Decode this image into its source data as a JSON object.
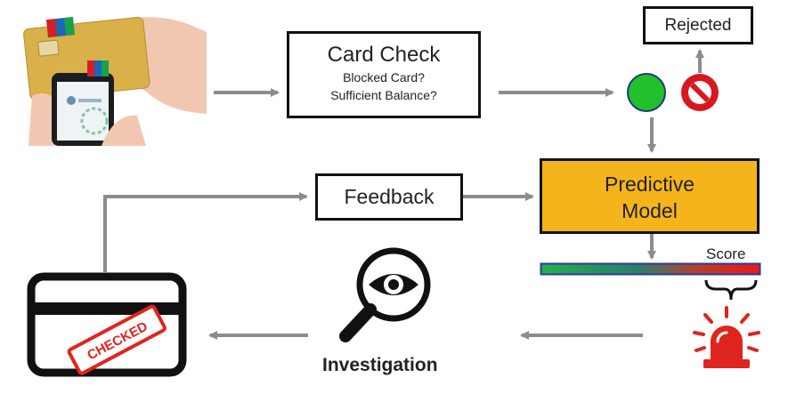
{
  "card_check": {
    "title": "Card Check",
    "line1": "Blocked Card?",
    "line2": "Sufficient Balance?"
  },
  "rejected": {
    "label": "Rejected"
  },
  "feedback": {
    "label": "Feedback"
  },
  "predictive_model": {
    "line1": "Predictive",
    "line2": "Model"
  },
  "score": {
    "label": "Score"
  },
  "investigation": {
    "label": "Investigation"
  },
  "stamp": {
    "text": "CHECKED"
  },
  "colors": {
    "model_fill": "#f6b41c",
    "approved": "#22c02b",
    "rejected": "#d7191f",
    "arrow": "#8c8c8c",
    "stamp": "#e0251e"
  },
  "icons": {
    "payment": "card-and-phone-payment-icon",
    "approved": "green-circle-icon",
    "rejected": "no-entry-icon",
    "score_bar": "gradient-score-bar",
    "alarm": "siren-alarm-icon",
    "investigation": "magnifier-eye-icon",
    "checked_card": "checked-card-icon"
  }
}
